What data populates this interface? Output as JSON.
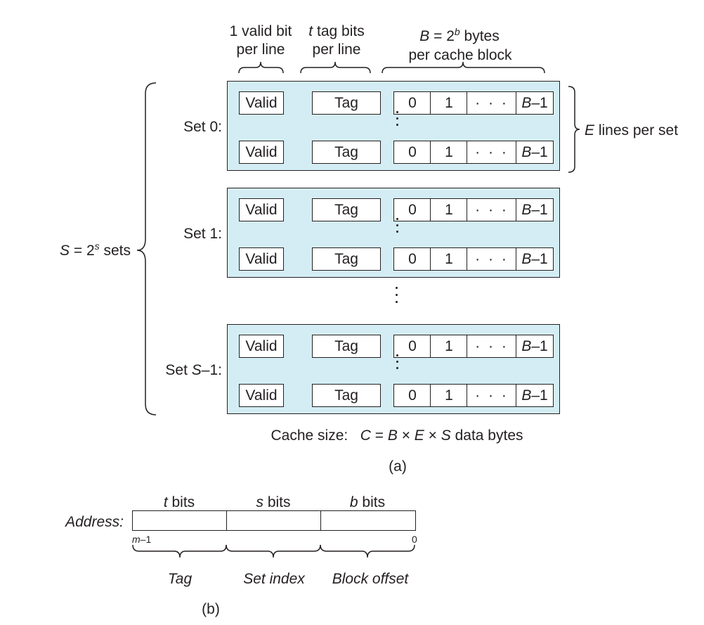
{
  "part_a": {
    "header_valid": [
      "1 valid bit",
      "per line"
    ],
    "header_tag": {
      "var": "t",
      "line1_rest": " tag bits",
      "line2": "per line"
    },
    "header_block": {
      "var": "B",
      "eq": " = 2",
      "sup": "b",
      "rest": " bytes",
      "line2": "per cache block"
    },
    "sets": [
      {
        "label_prefix": "Set ",
        "label_var": "",
        "label_suffix": "0:"
      },
      {
        "label_prefix": "Set ",
        "label_var": "",
        "label_suffix": "1:"
      },
      {
        "label_prefix": "Set ",
        "label_var": "S",
        "label_suffix": "–1:"
      }
    ],
    "line_cells": {
      "valid": "Valid",
      "tag": "Tag",
      "byte0": "0",
      "byte1": "1",
      "ellipsis": "· · ·",
      "last_var": "B",
      "last_suffix": "–1"
    },
    "e_label": {
      "var": "E",
      "rest": " lines per set"
    },
    "s_label": {
      "var": "S",
      "eq": " = 2",
      "sup": "s",
      "rest": " sets"
    },
    "cache_size": {
      "prefix": "Cache size:   ",
      "C": "C",
      "eq1": " = ",
      "B": "B",
      "x1": " × ",
      "E": "E",
      "x2": " × ",
      "S": "S",
      "rest": " data bytes"
    },
    "caption": "(a)"
  },
  "part_b": {
    "address_label": "Address:",
    "fields": [
      {
        "var": "t",
        "rest": " bits",
        "name": "Tag"
      },
      {
        "var": "s",
        "rest": " bits",
        "name": "Set index"
      },
      {
        "var": "b",
        "rest": " bits",
        "name": "Block offset"
      }
    ],
    "high_bit": {
      "var": "m",
      "rest": "–1"
    },
    "low_bit": "0",
    "caption": "(b)"
  },
  "colors": {
    "set_fill": "#d4edf4",
    "stroke": "#231f20",
    "cell_fill": "#ffffff"
  }
}
